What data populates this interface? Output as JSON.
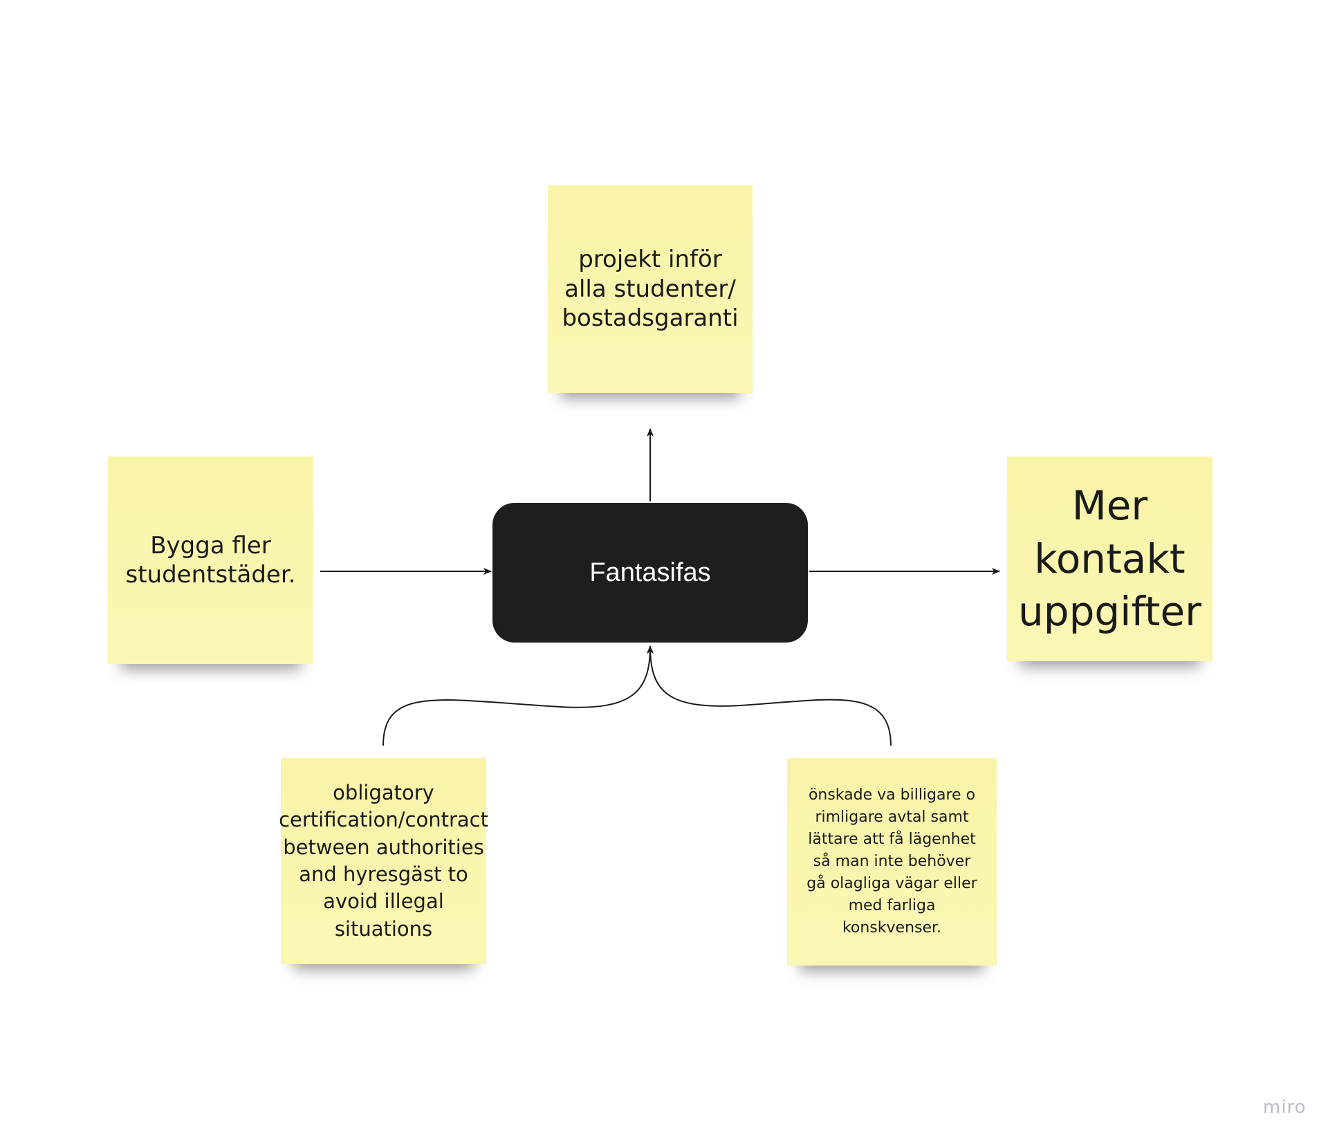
{
  "board": {
    "center_node": {
      "label": "Fantasifas",
      "fill": "#1e1e1e",
      "text_color": "#ffffff"
    },
    "sticky_color": "#fbf5ab",
    "connector_color": "#1a1a1a",
    "notes": {
      "top": "projekt inför alla studenter/ bostadsgaranti",
      "left": "Bygga fler studentstäder.",
      "right": "Mer kontakt uppgifter",
      "bottom_left": "obligatory certification/contract between authorities and hyresgäst to avoid illegal situations",
      "bottom_right": "önskade va billigare o rimligare avtal samt lättare att få lägenhet så man inte behöver gå olagliga vägar eller med farliga konskvenser."
    },
    "watermark": "miro"
  }
}
